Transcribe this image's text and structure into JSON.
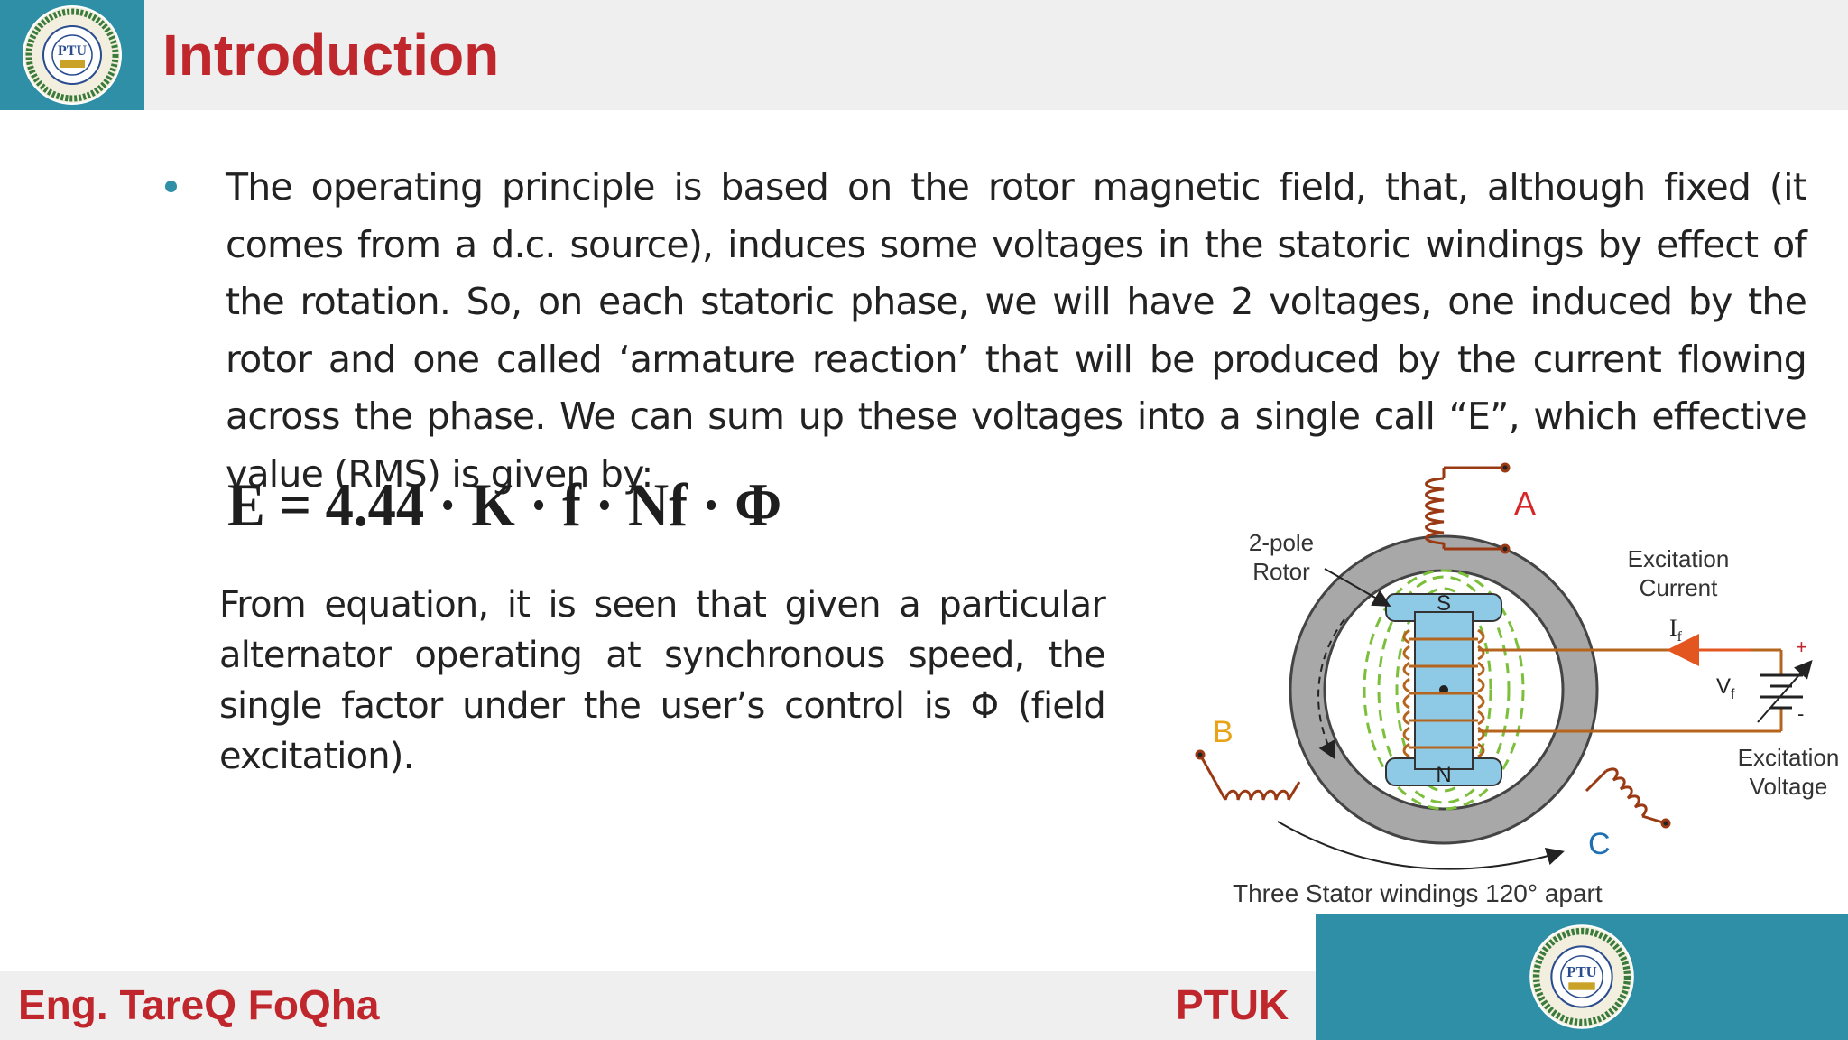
{
  "header": {
    "title": "Introduction"
  },
  "logo": {
    "icon": "university-seal-icon",
    "text_arabic": "جامعة فلسطين التقنية",
    "text_abbrev": "PTU",
    "text_english": "Palestine Technical University"
  },
  "body": {
    "paragraph": "The operating principle is based on the rotor magnetic field, that, although fixed (it comes from a d.c. source), induces some voltages in the statoric windings by effect of the rotation. So, on each statoric phase, we will have 2 voltages, one induced by the rotor and one called ‘armature reaction’ that will be produced by the current flowing across the phase. We can sum up these voltages into a single call “E”, which effective value (RMS) is given by:",
    "formula": "E = 4.44 · K · f · Nf · Φ",
    "paragraph2": "From equation, it is seen that given a particular alternator operating at synchronous speed, the single factor under the user’s control is Φ (field excitation)."
  },
  "diagram": {
    "rotor_label_line1": "2-pole",
    "rotor_label_line2": "Rotor",
    "phase_a": "A",
    "phase_b": "B",
    "phase_c": "C",
    "pole_s": "S",
    "pole_n": "N",
    "excitation_current_line1": "Excitation",
    "excitation_current_line2": "Current",
    "current_symbol": "I",
    "current_subscript": "f",
    "voltage_symbol": "V",
    "voltage_subscript": "f",
    "plus": "+",
    "minus": "-",
    "excitation_voltage_line1": "Excitation",
    "excitation_voltage_line2": "Voltage",
    "caption": "Three Stator windings 120° apart",
    "colors": {
      "stator_ring": "#a8a8a8",
      "rotor_core": "#8ecae6",
      "winding": "#b5651d",
      "phase_label_a": "#d62728",
      "phase_label_b": "#e8a317",
      "phase_label_c": "#1f6fb5",
      "flux_lines": "#7cbf3a",
      "circuit_wire": "#b5651d",
      "current_arrow": "#e3561f"
    }
  },
  "footer": {
    "author": "Eng. TareQ FoQha",
    "institution": "PTUK"
  },
  "colors": {
    "accent_red": "#c0272d",
    "accent_teal": "#2e8fa6",
    "header_bg": "#efefef"
  }
}
